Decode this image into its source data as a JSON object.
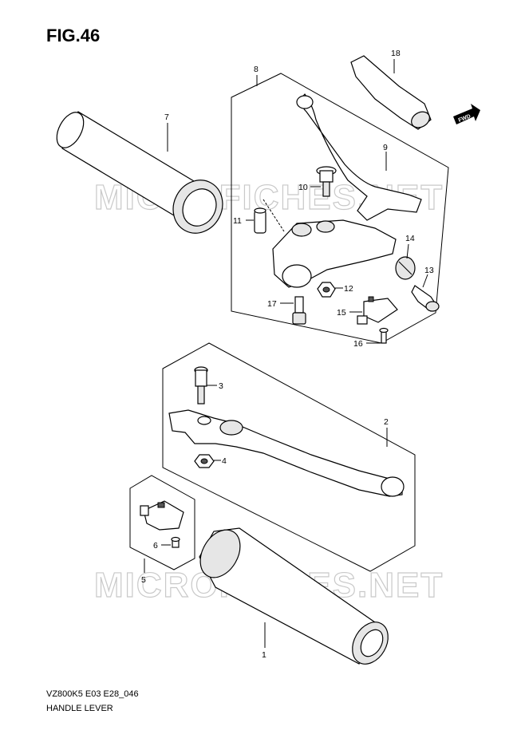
{
  "figure": {
    "title": "FIG.46"
  },
  "footer": {
    "model_code": "VZ800K5 E03 E28_046",
    "section_name": "HANDLE LEVER"
  },
  "watermark": {
    "text": "MICROFICHES.NET"
  },
  "fwd_label": "FWD",
  "callouts": [
    "1",
    "2",
    "3",
    "4",
    "5",
    "6",
    "7",
    "8",
    "9",
    "10",
    "11",
    "12",
    "13",
    "14",
    "15",
    "16",
    "17",
    "18"
  ]
}
